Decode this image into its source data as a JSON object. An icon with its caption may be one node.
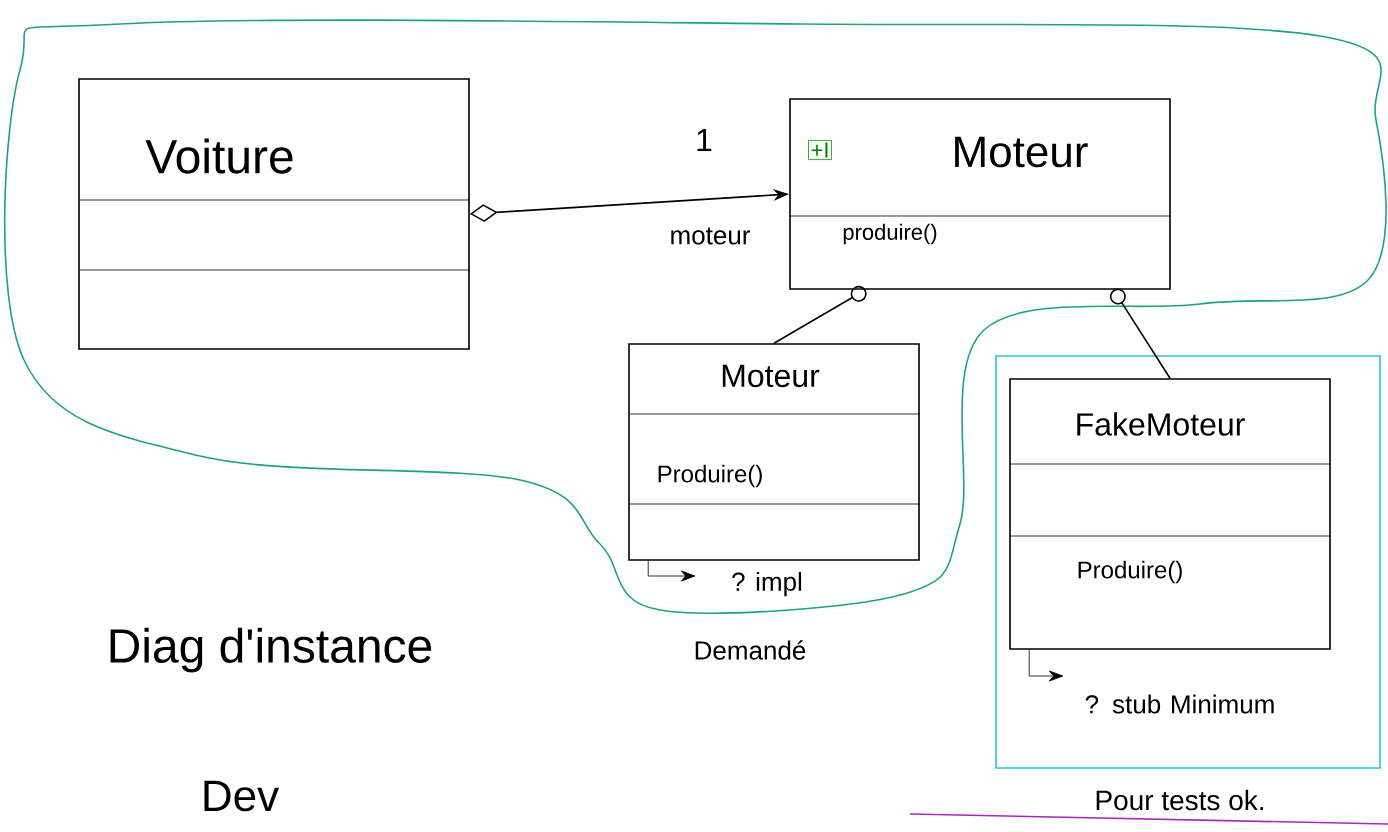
{
  "diagram": {
    "nodes": [
      {
        "text": [],
        "shape": "cloud"
      },
      {
        "text": [
          "Voiture"
        ],
        "in": 0
      },
      {
        "text": [
          "+I",
          "Moteur",
          "produire()"
        ],
        "in": 0
      },
      {
        "text": [
          "Moteur",
          "Produire()"
        ],
        "beside": [
          "? impl"
        ],
        "in": 0
      },
      {
        "text": [],
        "shape": "box"
      },
      {
        "text": [
          "FakeMoteur",
          "Produire()"
        ],
        "beside": [
          "? stub Minimum"
        ],
        "in": 4
      }
    ],
    "edges": [
      {
        "from": 1,
        "to": 2,
        "arrow": "to",
        "label": "moteur"
      },
      {
        "from": 3,
        "to": 2,
        "arrow": "other"
      },
      {
        "from": 5,
        "to": 2,
        "arrow": "other"
      },
      {
        "from": 3,
        "to": null,
        "arrow": "to"
      },
      {
        "from": 5,
        "to": null,
        "arrow": "to"
      }
    ],
    "labels": [
      "1",
      "Demandé",
      "Pour tests ok.",
      "Diag d'instance",
      "Dev"
    ]
  }
}
